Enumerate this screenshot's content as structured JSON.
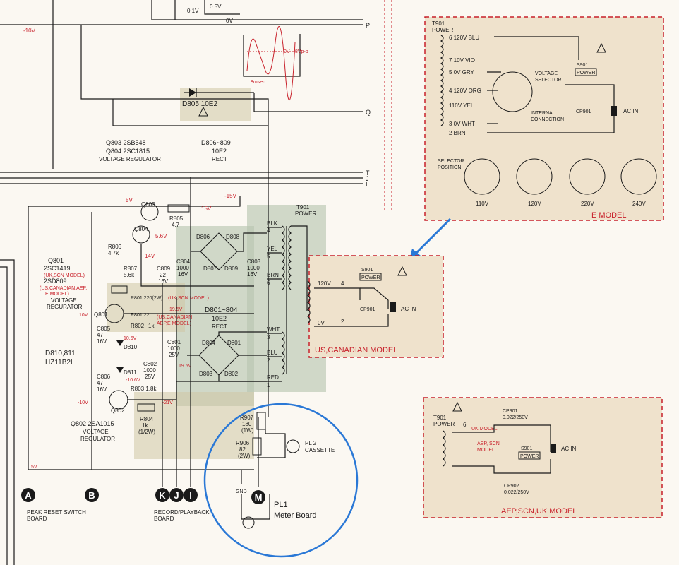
{
  "colors": {
    "ink": "#1a1a1a",
    "red": "#c8202a",
    "shade_green": "#b9c6b0",
    "shade_tan": "#cfc7a4",
    "paper": "#fbf8f2",
    "highlight": "#2a78d6"
  },
  "top": {
    "v01": "0.1V",
    "v05": "0.5V",
    "v0": "0V",
    "wave_0v": "0V",
    "wave_vpp": "8Vp-p",
    "wave_period": "8msec",
    "minus10": "-10V"
  },
  "bus": {
    "P": "P",
    "Q": "Q",
    "T": "T",
    "J": "J",
    "I": "I"
  },
  "d805": {
    "label": "D805 10E2"
  },
  "q803": {
    "line1": "Q803  2SB548",
    "line2": "Q804  2SC1815",
    "line3": "VOLTAGE  REGULATOR"
  },
  "d806": {
    "line1": "D806~809",
    "line2": "10E2",
    "line3": "RECT"
  },
  "t901": {
    "line1": "T901",
    "line2": "POWER",
    "blk": "BLK",
    "yel": "YEL",
    "brn": "BRN",
    "wht": "WHT",
    "blu": "BLU",
    "red": "RED",
    "p4": "4",
    "p5": "5",
    "p6": "6",
    "p3": "3",
    "p2": "2",
    "p1": "1"
  },
  "reg": {
    "v5": "5V",
    "minus15": "-15V",
    "v15": "15V",
    "q803": "Q803",
    "q804": "Q804",
    "r805": "R805",
    "r805v": "4.7",
    "v56": "5.6V",
    "r806": "R806",
    "r806v": "4.7k",
    "v14": "14V",
    "r807": "R807",
    "r807v": "5.6k",
    "c809": "C809",
    "c809v": "22",
    "c809u": "16V",
    "c804": "C804",
    "c804v": "1000",
    "c804u": "16V",
    "c803": "C803",
    "c803v": "1000",
    "c803u": "16V",
    "d806": "D806",
    "d807": "D807",
    "d808": "D808",
    "d809": "D809"
  },
  "q801": {
    "line1": "Q801",
    "line2": "2SC1419",
    "line3": "(UK,SCN MODEL)",
    "line4": "2SD809",
    "line5": "(US,CANADIAN,AEP,",
    "line6": "E MODEL)",
    "line7": "VOLTAGE",
    "line8": "REGURATOR",
    "r801": "R801 220(2W)",
    "r801n": "(UK,SCN MODEL)",
    "r801b": "R801 22",
    "v195": "19.5V",
    "v195n": "(US,CANADIAN",
    "v195n2": "AEP,E MODEL)",
    "r802": "R802",
    "r802v": "1k",
    "v10": "10V",
    "q801": "Q801",
    "c805": "C805",
    "c805v": "47",
    "c805u": "16V",
    "v106": "10.6V",
    "d810": "D810",
    "c801": "C801",
    "c801v": "1000",
    "c801u": "25V",
    "v195b": "19.5V"
  },
  "d801": {
    "line1": "D801~804",
    "line2": "10E2",
    "line3": "RECT",
    "d801": "D801",
    "d802": "D802",
    "d803": "D803",
    "d804": "D804"
  },
  "d810": {
    "line1": "D810,811",
    "line2": "HZ11B2L",
    "d811": "D811",
    "c806": "C806",
    "c806v": "47",
    "c806u": "16V",
    "m106": "-10.6V",
    "c802": "C802",
    "c802v": "1000",
    "c802u": "25V",
    "r803": "R803 1.8k",
    "m10": "-10V",
    "q802": "Q802",
    "m21": "-21V",
    "r804": "R804",
    "r804v": "1k",
    "r804u": "(1/2W)"
  },
  "q802": {
    "line1": "Q802  2SA1015",
    "line2": "VOLTAGE",
    "line3": "REGULATOR"
  },
  "meter": {
    "r907": "R907",
    "r907v": "180",
    "r907u": "(1W)",
    "r906": "R906",
    "r906v": "82",
    "r906u": "(2W)",
    "pl2": "PL 2",
    "pl2b": "CASSETTE",
    "gnd": "GND",
    "m": "M",
    "pl1": "PL1",
    "pl1b": "Meter Board"
  },
  "connectors": {
    "a": "A",
    "b": "B",
    "k": "K",
    "j": "J",
    "i": "I",
    "v5": "5V",
    "peak": "PEAK RESET  SWITCH",
    "board": "BOARD",
    "rec": "RECORD/PLAYBACK",
    "board2": "BOARD"
  },
  "emodel": {
    "t901": "T901",
    "power": "POWER",
    "p6": "6  120V  BLU",
    "p7": "7  10V  VIO",
    "p5": "5  0V  GRY",
    "p4": "4  120V  ORG",
    "p110": "110V  YEL",
    "p3": "3  0V  WHT",
    "p2": "2    BRN",
    "vsel": "VOLTAGE",
    "vsel2": "SELECTOR",
    "s901": "S901",
    "pw": "POWER",
    "cp901": "CP901",
    "acin": "AC IN",
    "int1": "INTERNAL",
    "int2": "CONNECTION",
    "selpos": "SELECTOR",
    "selpos2": "POSITION",
    "v110": "110V",
    "v120": "120V",
    "v220": "220V",
    "v240": "240V",
    "title": "E  MODEL"
  },
  "usmodel": {
    "v120": "120V",
    "v0": "0V",
    "p4": "4",
    "p2": "2",
    "s901": "S901",
    "pw": "POWER",
    "cp901": "CP901",
    "acin": "AC IN",
    "title": "US,CANADIAN  MODEL"
  },
  "aepmodel": {
    "t901": "T901",
    "power": "POWER",
    "p6": "6",
    "uk": "UK MODEL",
    "aep": "AEP, SCN",
    "aep2": "MODEL",
    "cp901": "CP901",
    "cp901v": "0.022/250V",
    "s901": "S901",
    "pw": "POWER",
    "acin": "AC IN",
    "cp902": "CP902",
    "cp902v": "0.022/250V",
    "title": "AEP,SCN,UK  MODEL"
  }
}
